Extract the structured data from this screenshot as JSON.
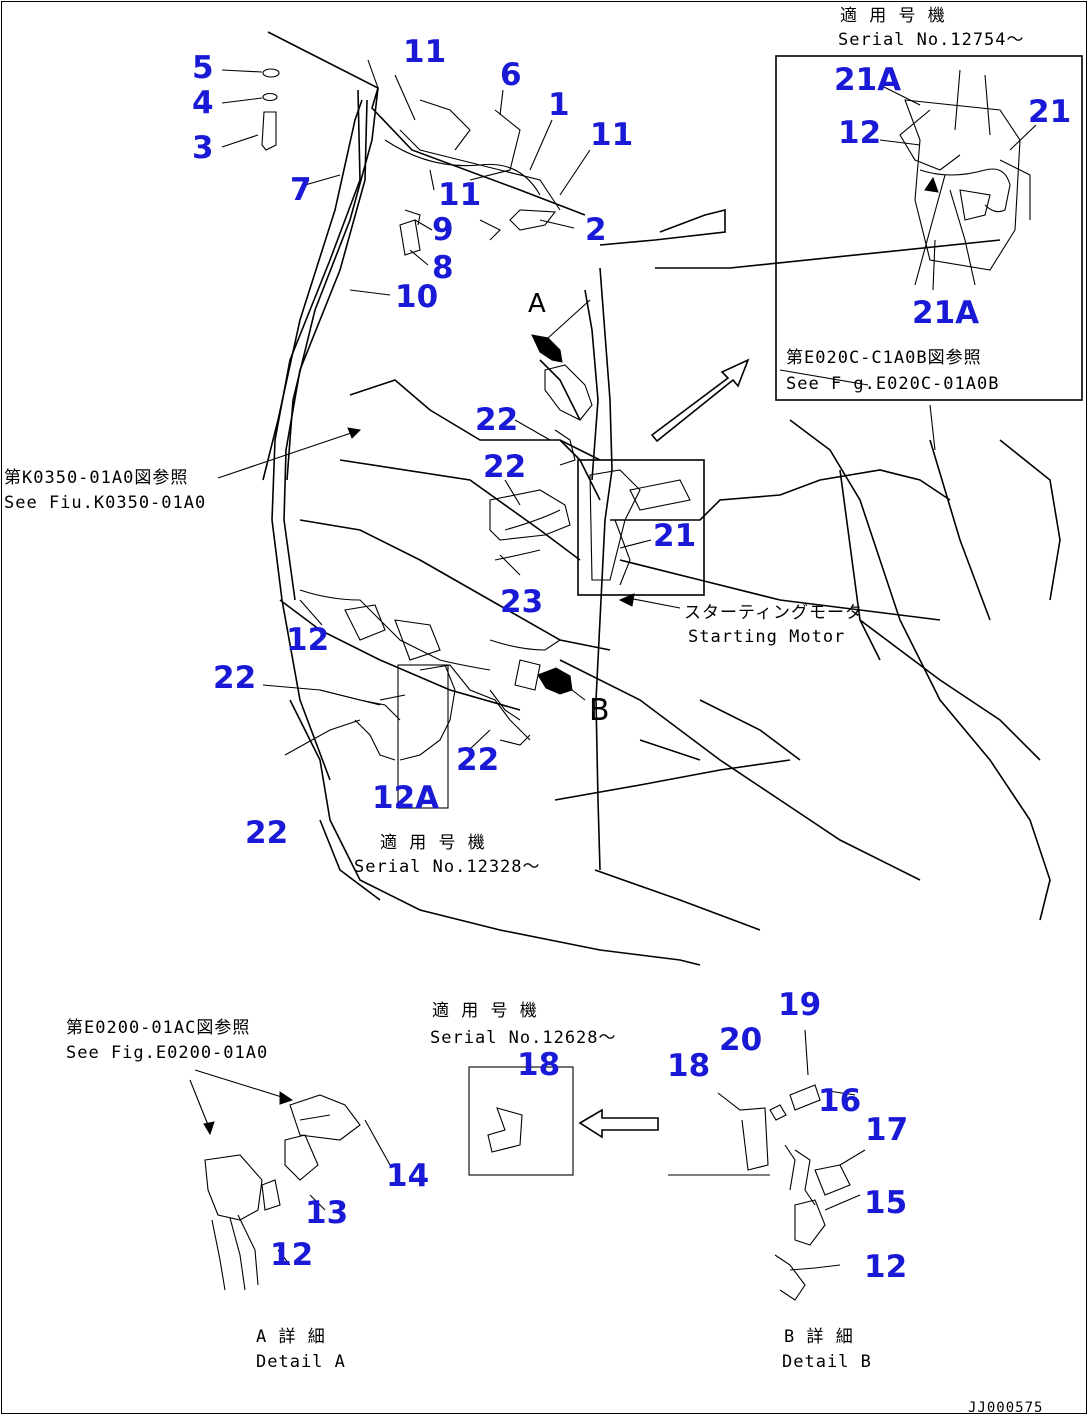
{
  "callouts": {
    "c5": "5",
    "c4": "4",
    "c3": "3",
    "c11a": "11",
    "c6": "6",
    "c1": "1",
    "c11b": "11",
    "c7": "7",
    "c11c": "11",
    "c9": "9",
    "c2": "2",
    "c8": "8",
    "c10": "10",
    "c22a": "22",
    "c22b": "22",
    "c21": "21",
    "c23": "23",
    "c12a": "12",
    "c22c": "22",
    "c22d": "22",
    "c12A": "12A",
    "c22e": "22",
    "c21A_top": "21A",
    "c12_inset": "12",
    "c21_inset": "21",
    "c21A_bottom": "21A",
    "c19": "19",
    "c20": "20",
    "c18a": "18",
    "c16": "16",
    "c17": "17",
    "c15": "15",
    "c12_detB": "12",
    "c18b": "18",
    "c14": "14",
    "c13": "13",
    "c12_detA": "12"
  },
  "arrows": {
    "A": "A",
    "B": "B"
  },
  "notes": {
    "serial_12754_jp": "適 用 号 機",
    "serial_12754_en": "Serial No.12754～",
    "see_e0200_01a0b_jp": "第E020C-C1A0B図参照",
    "see_e0200_01a0b_en": "See F g.E020C-01A0B",
    "see_k0350_jp": "第K0350-01A0図参照",
    "see_k0350_en": "See Fiu.K0350-01A0",
    "starting_motor_jp": "スターティングモータ",
    "starting_motor_en": "Starting Motor",
    "serial_12328_jp": "適 用 号 機",
    "serial_12328_en": "Serial No.12328～",
    "see_e0200_01ac_jp": "第E0200-01AC図参照",
    "see_e0200_01ac_en": "See Fig.E0200-01A0",
    "serial_12628_jp": "適 用 号 機",
    "serial_12628_en": "Serial No.12628～",
    "detail_a_jp": "A 詳 細",
    "detail_a_en": "Detail A",
    "detail_b_jp": "B 詳 細",
    "detail_b_en": "Detail B",
    "drawing_code": "JJ000575"
  },
  "icons": {
    "arrow_a": "solid-arrow-icon",
    "arrow_b": "solid-arrow-icon",
    "hollow_arrow": "hollow-arrow-icon"
  },
  "colors": {
    "callout": "#1a1ad6",
    "line": "#000000",
    "background": "#ffffff"
  }
}
